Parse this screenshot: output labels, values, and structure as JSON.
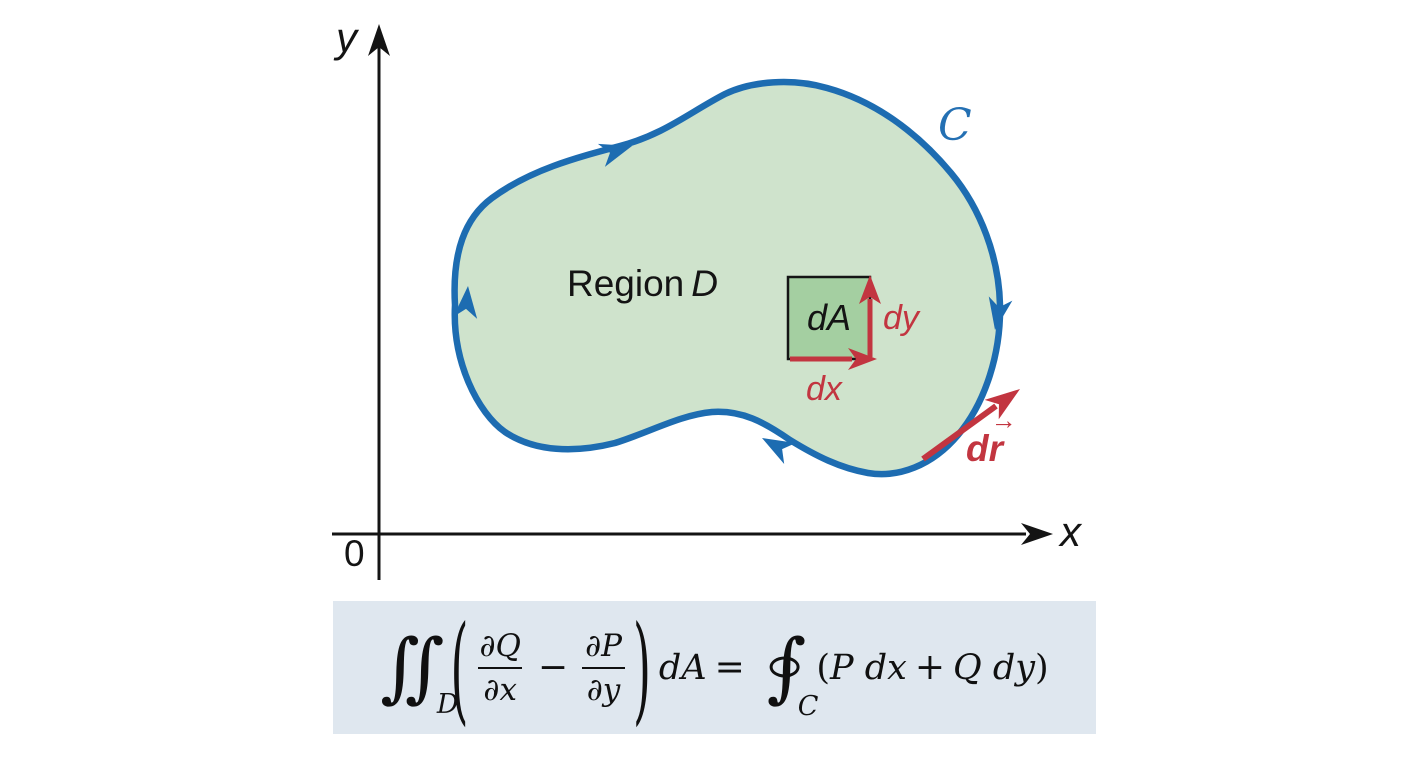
{
  "diagram": {
    "y_axis_label": "y",
    "x_axis_label": "x",
    "origin_label": "0",
    "region_label": "Region",
    "region_var": "D",
    "curve_label": "C",
    "area_element_label": "dA",
    "dy_label": "dy",
    "dx_label": "dx",
    "dr_d": "d",
    "dr_r": "r",
    "dr_vector_arrow": "→"
  },
  "formula": {
    "integral_glyph": "∫",
    "region_subscript": "D",
    "open_paren": "(",
    "close_paren": ")",
    "frac1_num": "∂Q",
    "frac1_den": "∂x",
    "minus": "−",
    "frac2_num": "∂P",
    "frac2_den": "∂y",
    "area_differential": "dA",
    "equals": "=",
    "contour_subscript": "C",
    "integrand_open": "(",
    "integrand_p_term": "P dx",
    "plus": "+",
    "integrand_q_term": "Q dy",
    "integrand_close": ")"
  },
  "colors": {
    "curve_blue": "#1d6cb1",
    "region_fill": "#cfe3cc",
    "square_fill": "#a4cfa1",
    "red_accent": "#c23540",
    "formula_background": "#dfe7ef",
    "ink": "#141414"
  }
}
